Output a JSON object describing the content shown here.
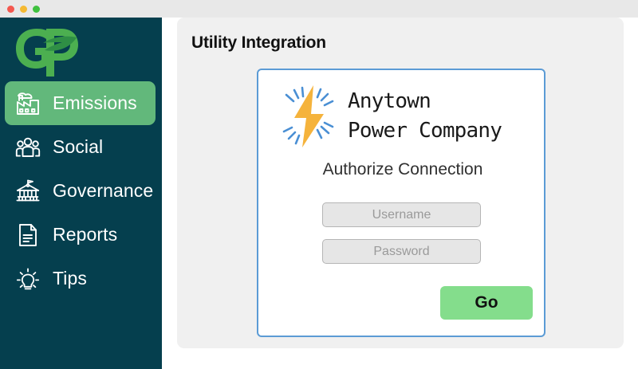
{
  "window": {
    "traffic_lights": [
      {
        "name": "close-button",
        "color": "#f4584f"
      },
      {
        "name": "minimize-button",
        "color": "#f5b932"
      },
      {
        "name": "maximize-button",
        "color": "#3fc13f"
      }
    ]
  },
  "sidebar": {
    "logo": {
      "text": "GP",
      "icon": "gp-leaf-logo",
      "color": "#4caf50"
    },
    "background": "#053f4e",
    "active_color": "#62b87b",
    "items": [
      {
        "label": "Emissions",
        "icon": "factory-icon",
        "active": true
      },
      {
        "label": "Social",
        "icon": "people-icon",
        "active": false
      },
      {
        "label": "Governance",
        "icon": "bank-icon",
        "active": false
      },
      {
        "label": "Reports",
        "icon": "document-icon",
        "active": false
      },
      {
        "label": "Tips",
        "icon": "lightbulb-icon",
        "active": false
      }
    ]
  },
  "main": {
    "title": "Utility Integration",
    "panel_background": "#f0f0f0",
    "card": {
      "border_color": "#5b9bd5",
      "brand": {
        "icon": "lightning-bolt-icon",
        "bolt_color": "#f5b33c",
        "ray_color": "#4a8fd4",
        "line1": "Anytown",
        "line2": "Power Company"
      },
      "heading": "Authorize Connection",
      "fields": [
        {
          "name": "username",
          "placeholder": "Username",
          "value": "",
          "type": "text"
        },
        {
          "name": "password",
          "placeholder": "Password",
          "value": "",
          "type": "password"
        }
      ],
      "submit": {
        "label": "Go",
        "color": "#84dd8c"
      }
    }
  }
}
